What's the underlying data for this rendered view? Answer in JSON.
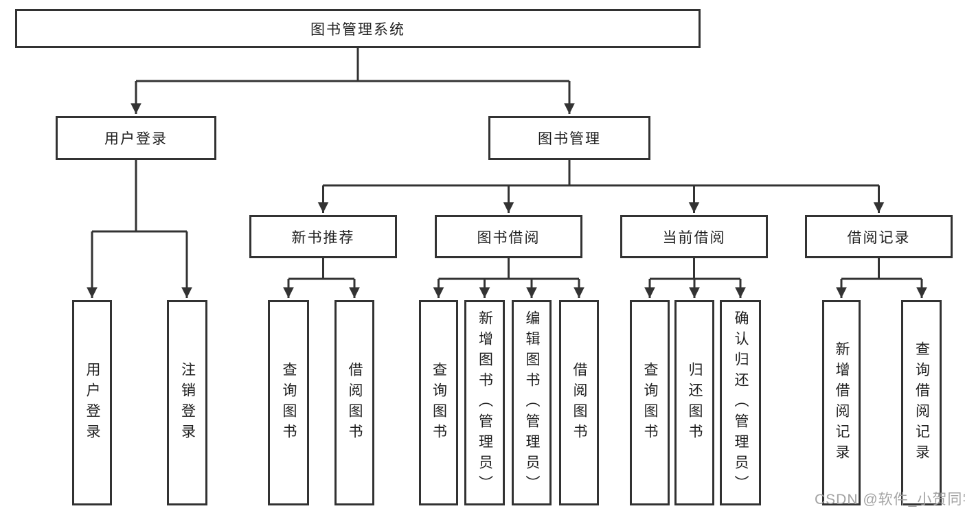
{
  "diagram_type": "function-structure-tree",
  "colors": {
    "line": "#333333",
    "box_border": "#323232",
    "box_fill": "#ffffff",
    "text": "#1f1f1f",
    "watermark": "#9e9e9e",
    "background": "#ffffff"
  },
  "tree": {
    "root": {
      "label": "图书管理系统"
    },
    "branches": [
      {
        "label": "用户登录",
        "children": [
          {
            "label": "用户登录"
          },
          {
            "label": "注销登录"
          }
        ]
      },
      {
        "label": "图书管理",
        "children": [
          {
            "label": "新书推荐",
            "children": [
              {
                "label": "查询图书"
              },
              {
                "label": "借阅图书"
              }
            ]
          },
          {
            "label": "图书借阅",
            "children": [
              {
                "label": "查询图书"
              },
              {
                "label": "新增图书（管理员）"
              },
              {
                "label": "编辑图书（管理员）"
              },
              {
                "label": "借阅图书"
              }
            ]
          },
          {
            "label": "当前借阅",
            "children": [
              {
                "label": "查询图书"
              },
              {
                "label": "归还图书"
              },
              {
                "label": "确认归还（管理员）"
              }
            ]
          },
          {
            "label": "借阅记录",
            "children": [
              {
                "label": "新增借阅记录"
              },
              {
                "label": "查询借阅记录"
              }
            ]
          }
        ]
      }
    ]
  },
  "watermark": {
    "text": "CSDN @软件_小贺同学"
  }
}
